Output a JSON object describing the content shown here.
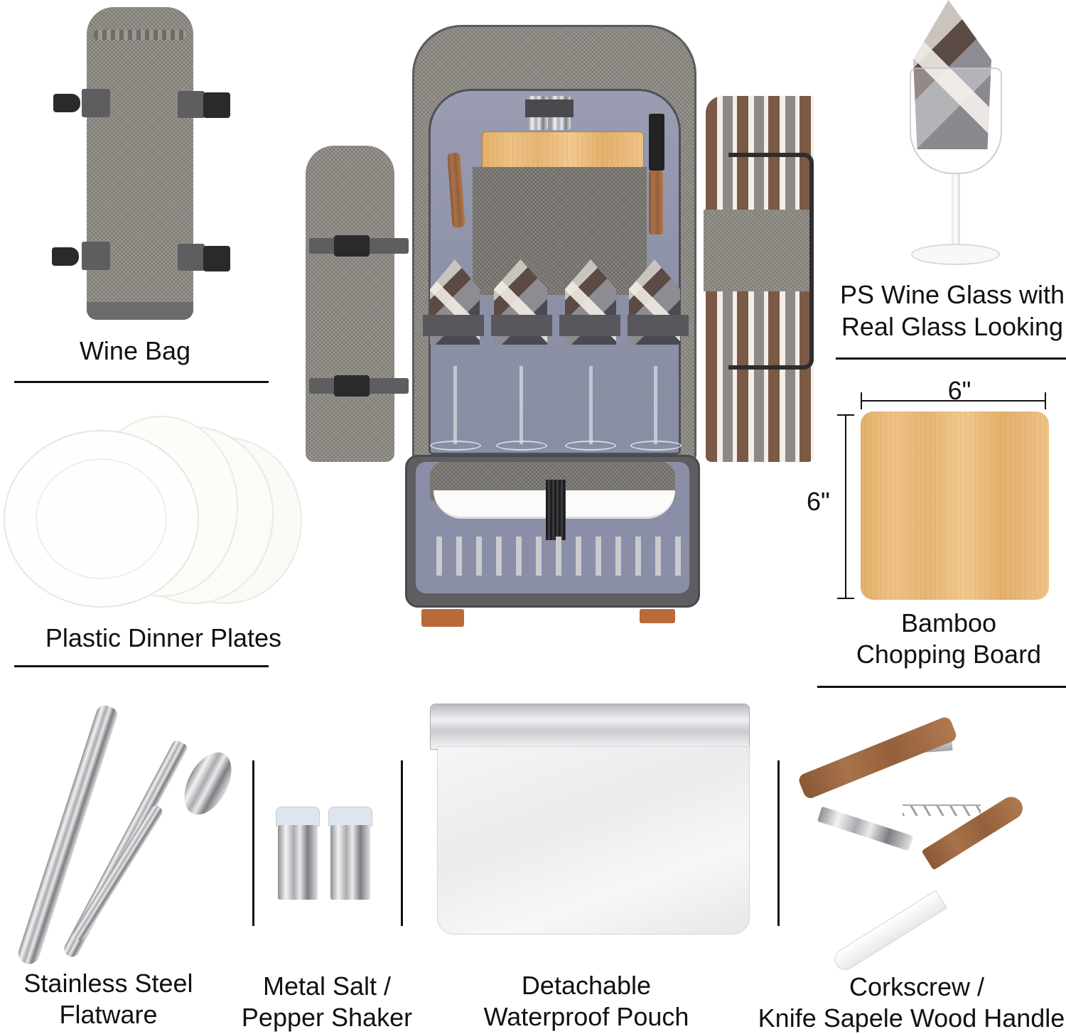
{
  "infographic": {
    "center_product": {
      "name": "Picnic Backpack",
      "components_shown": [
        "wine glasses x4",
        "napkins x4",
        "cutting board",
        "salt & pepper shakers",
        "corkscrew",
        "cheese knife",
        "plates x4",
        "flatware",
        "blanket roll",
        "wine bag"
      ]
    },
    "items": [
      {
        "id": "wine-bag",
        "label": "Wine Bag"
      },
      {
        "id": "plastic-dinner-plates",
        "label": "Plastic Dinner Plates"
      },
      {
        "id": "wine-glass",
        "label_line1": "PS Wine Glass with",
        "label_line2": "Real Glass Looking"
      },
      {
        "id": "bamboo-board",
        "label_line1": "Bamboo",
        "label_line2": "Chopping Board",
        "dim_width": "6\"",
        "dim_height": "6\""
      },
      {
        "id": "flatware",
        "label_line1": "Stainless Steel",
        "label_line2": "Flatware"
      },
      {
        "id": "shakers",
        "label_line1": "Metal Salt /",
        "label_line2": "Pepper Shaker"
      },
      {
        "id": "pouch",
        "label_line1": "Detachable",
        "label_line2": "Waterproof Pouch"
      },
      {
        "id": "corkscrew",
        "label_line1": "Corkscrew /",
        "label_line2": "Knife Sapele Wood Handle"
      }
    ],
    "colors": {
      "fabric_gray": "#8c8882",
      "lining_blue_gray": "#8c90a6",
      "bamboo": "#e6b574",
      "wood_handle": "#9a623c",
      "text": "#111111"
    }
  }
}
